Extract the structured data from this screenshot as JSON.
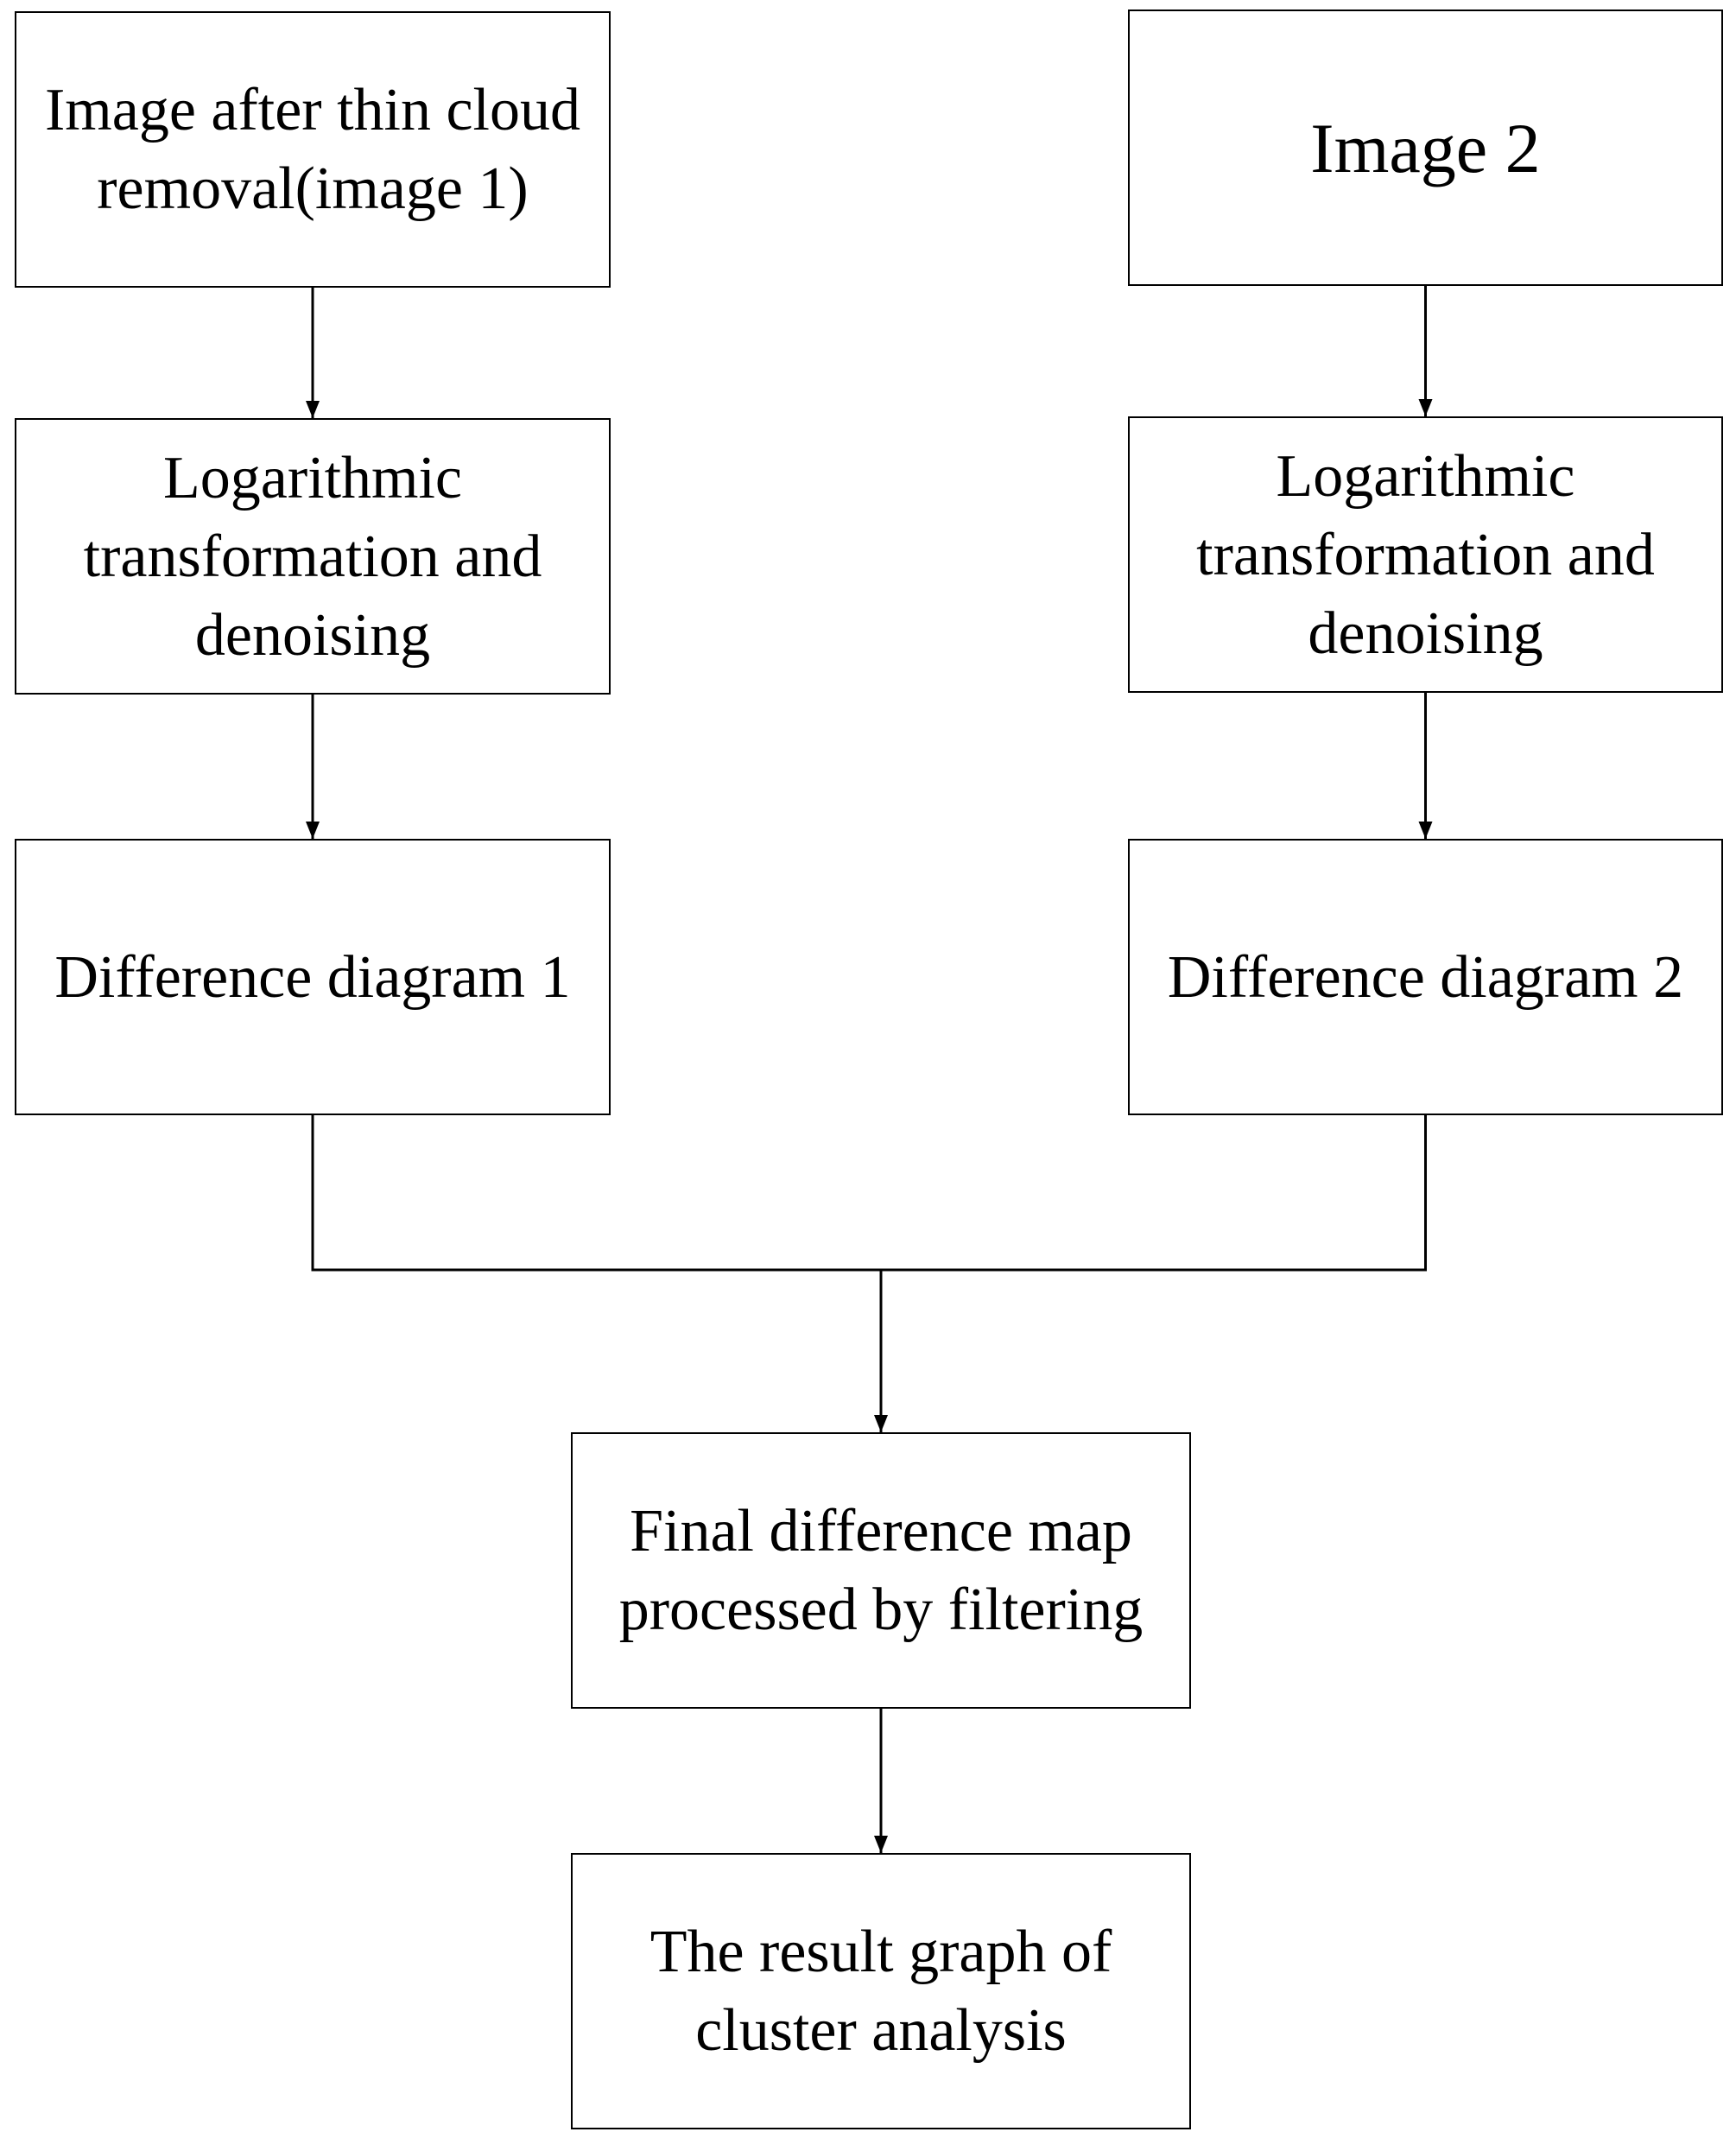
{
  "colors": {
    "stroke": "#000000",
    "background": "#ffffff"
  },
  "nodes": {
    "image1": {
      "label": "Image after thin cloud removal(image 1)"
    },
    "image2": {
      "label": "Image 2"
    },
    "log1": {
      "label": "Logarithmic transformation and denoising"
    },
    "log2": {
      "label": "Logarithmic transformation and denoising"
    },
    "diff1": {
      "label": "Difference diagram 1"
    },
    "diff2": {
      "label": "Difference diagram 2"
    },
    "final": {
      "label": "Final difference map processed by filtering"
    },
    "result": {
      "label": "The result graph of cluster analysis"
    }
  },
  "edges": [
    {
      "from": "image1",
      "to": "log1"
    },
    {
      "from": "image2",
      "to": "log2"
    },
    {
      "from": "log1",
      "to": "diff1"
    },
    {
      "from": "log2",
      "to": "diff2"
    },
    {
      "from": "diff1",
      "to": "final"
    },
    {
      "from": "diff2",
      "to": "final"
    },
    {
      "from": "final",
      "to": "result"
    }
  ]
}
